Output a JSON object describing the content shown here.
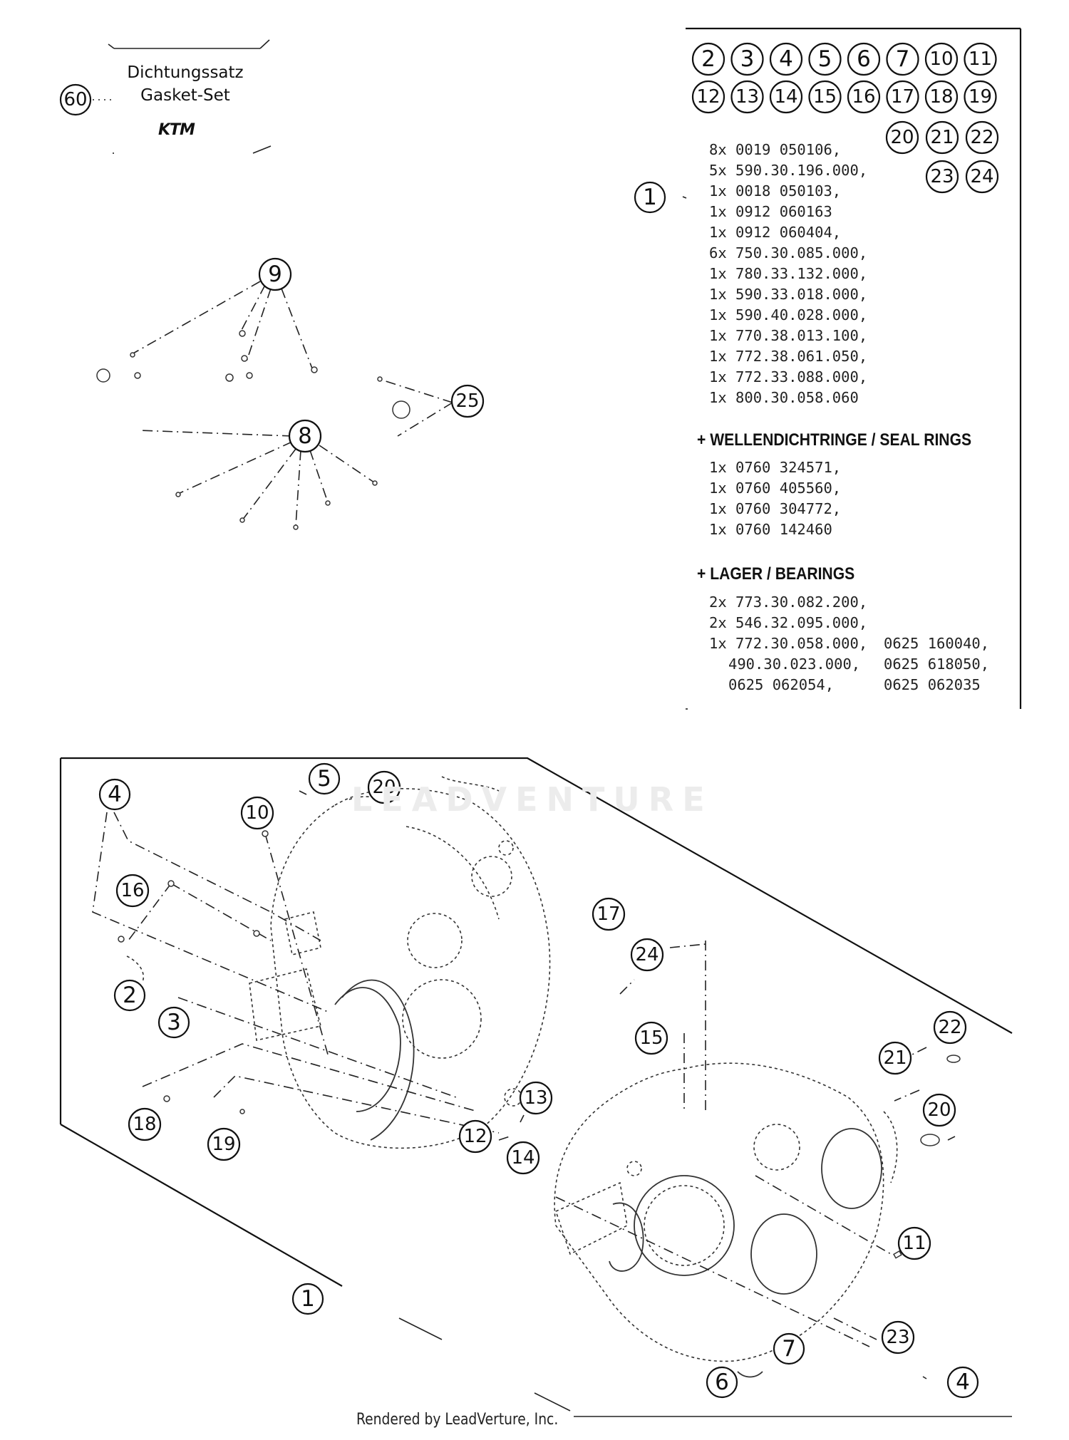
{
  "gasket_set": {
    "callout": "60",
    "label_de": "Dichtungssatz",
    "label_en": "Gasket-Set",
    "logo_text": "KTM"
  },
  "top_callouts": {
    "row1": [
      "2",
      "3",
      "4",
      "5",
      "6",
      "7",
      "10",
      "11"
    ],
    "row2": [
      "12",
      "13",
      "14",
      "15",
      "16",
      "17",
      "18",
      "19"
    ],
    "row3": [
      "20",
      "21",
      "22"
    ],
    "row4": [
      "23",
      "24"
    ]
  },
  "main_callout": "1",
  "parts_list": [
    "8x 0019 050106,",
    "5x 590.30.196.000,",
    "1x 0018 050103,",
    "1x 0912 060163",
    "1x 0912 060404,",
    "6x 750.30.085.000,",
    "1x 780.33.132.000,",
    "1x 590.33.018.000,",
    "1x 590.40.028.000,",
    "1x 770.38.013.100,",
    "1x 772.38.061.050,",
    "1x 772.33.088.000,",
    "1x 800.30.058.060"
  ],
  "seal_rings": {
    "heading": "+ WELLENDICHTRINGE / SEAL RINGS",
    "items": [
      "1x 0760 324571,",
      "1x 0760 405560,",
      "1x 0760 304772,",
      "1x 0760 142460"
    ]
  },
  "bearings": {
    "heading": "+ LAGER / BEARINGS",
    "items": [
      "2x 773.30.082.200,",
      "2x 546.32.095.000,",
      "1x 772.30.058.000,"
    ],
    "col_left": [
      "490.30.023.000,",
      "0625 062054,"
    ],
    "col_right": [
      "0625 160040,",
      "0625 618050,",
      "0625 062035"
    ]
  },
  "diagram_callouts": {
    "c9": "9",
    "c25": "25",
    "c8": "8",
    "c4a": "4",
    "c5": "5",
    "c20a": "20",
    "c10": "10",
    "c16": "16",
    "c17": "17",
    "c24": "24",
    "c2": "2",
    "c3": "3",
    "c15": "15",
    "c22": "22",
    "c21": "21",
    "c20b": "20",
    "c18": "18",
    "c19": "19",
    "c12": "12",
    "c13": "13",
    "c14": "14",
    "c11": "11",
    "c1": "1",
    "c7": "7",
    "c23": "23",
    "c6": "6",
    "c4b": "4"
  },
  "watermark": "LEADVENTURE",
  "credit": "Rendered by LeadVerture, Inc."
}
